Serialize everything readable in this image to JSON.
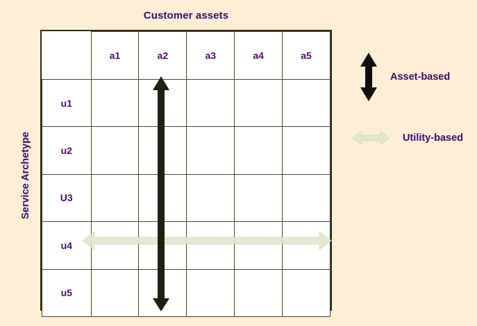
{
  "figure": {
    "title": "Customer assets",
    "y_axis_label": "Service Archetype",
    "background_color": "#fdeed5",
    "text_color": "#3b0a6b",
    "grid_line_color": "#4a4520",
    "cell_color": "#ffffff"
  },
  "matrix": {
    "column_headers": [
      "a1",
      "a2",
      "a3",
      "a4",
      "a5"
    ],
    "row_headers": [
      "u1",
      "u2",
      "U3",
      "u4",
      "u5"
    ],
    "corner_label": ""
  },
  "annotations": {
    "vertical_arrow": {
      "name": "asset-based-arrow",
      "column": "a2",
      "color": "#1d1d12",
      "direction": "double-vertical"
    },
    "horizontal_arrow": {
      "name": "utility-based-arrow",
      "row": "u4",
      "color": "#dfe8cf",
      "direction": "double-horizontal"
    }
  },
  "legend": {
    "items": [
      {
        "label": "Asset-based",
        "icon": "double-arrow-vertical-icon",
        "color": "#0d0d0d",
        "orientation": "vertical"
      },
      {
        "label": "Utility-based",
        "icon": "double-arrow-horizontal-icon",
        "color": "#dfe8cf",
        "orientation": "horizontal"
      }
    ]
  },
  "chart_data": {
    "type": "table",
    "title": "Customer assets",
    "xlabel": "Customer assets",
    "ylabel": "Service Archetype",
    "categories": [
      "a1",
      "a2",
      "a3",
      "a4",
      "a5"
    ],
    "rows": [
      "u1",
      "u2",
      "U3",
      "u4",
      "u5"
    ],
    "cells": [
      [
        "",
        "",
        "",
        "",
        ""
      ],
      [
        "",
        "",
        "",
        "",
        ""
      ],
      [
        "",
        "",
        "",
        "",
        ""
      ],
      [
        "",
        "",
        "",
        "",
        ""
      ],
      [
        "",
        "",
        "",
        "",
        ""
      ]
    ],
    "grid": true,
    "legend": [
      "Asset-based",
      "Utility-based"
    ],
    "legend_position": "right",
    "annotations": [
      {
        "type": "double-arrow",
        "orientation": "vertical",
        "at": "a2",
        "spans": [
          "u1",
          "u2",
          "U3",
          "u4",
          "u5"
        ],
        "meaning": "Asset-based",
        "color": "#1d1d12"
      },
      {
        "type": "double-arrow",
        "orientation": "horizontal",
        "at": "u4",
        "spans": [
          "a1",
          "a2",
          "a3",
          "a4",
          "a5"
        ],
        "meaning": "Utility-based",
        "color": "#dfe8cf"
      }
    ]
  }
}
